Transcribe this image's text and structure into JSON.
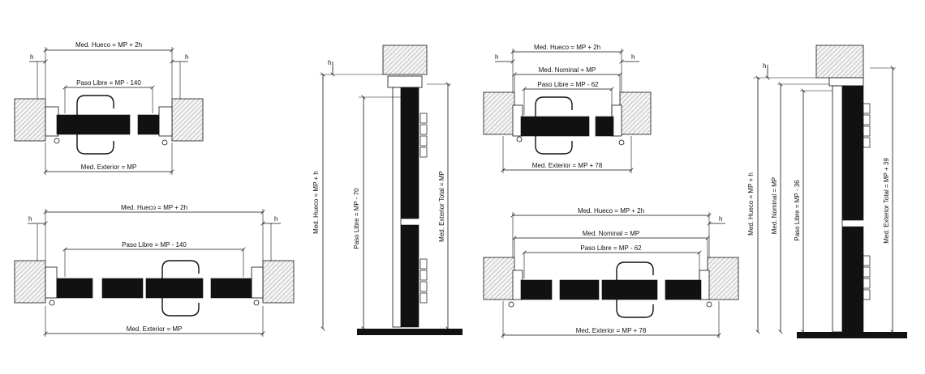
{
  "panels": {
    "plan_single_a": {
      "outer": "Med. Hueco = MP + 2h",
      "inner": "Paso Libre = MP - 140",
      "bottom": "Med. Exterior = MP",
      "h_left": "h",
      "h_right": "h"
    },
    "plan_double_a": {
      "outer": "Med. Hueco = MP + 2h",
      "inner": "Paso Libre = MP - 140",
      "bottom": "Med. Exterior = MP",
      "h_left": "h",
      "h_right": "h"
    },
    "elevation_a": {
      "dim_full": "Med. Hueco = MP + h",
      "dim_pass": "Paso Libre = MP - 70",
      "dim_total": "Med. Exterior Total = MP",
      "h_top": "h"
    },
    "plan_single_b": {
      "outer": "Med. Hueco = MP + 2h",
      "nominal": "Med. Nominal = MP",
      "inner": "Paso Libre = MP - 62",
      "bottom": "Med. Exterior = MP + 78",
      "h_left": "h",
      "h_right": "h"
    },
    "plan_double_b": {
      "outer": "Med. Hueco = MP + 2h",
      "nominal": "Med. Nominal = MP",
      "inner": "Paso Libre = MP - 62",
      "bottom": "Med. Exterior = MP + 78",
      "h_right": "h"
    },
    "elevation_b": {
      "dim_full": "Med. Hueco = MP + h",
      "dim_nominal": "Med. Nominal = MP",
      "dim_pass": "Paso Libre = MP - 36",
      "dim_total": "Med. Exterior Total = MP + 39",
      "h_top": "h"
    }
  }
}
